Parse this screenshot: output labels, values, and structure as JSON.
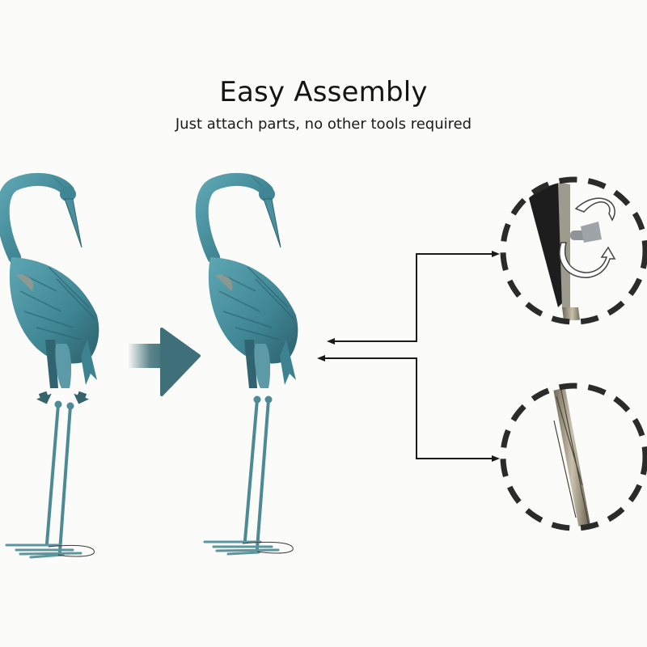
{
  "header": {
    "title": "Easy Assembly",
    "subtitle": "Just attach parts, no other tools required"
  },
  "figures": {
    "before": {
      "label": "crane-disassembled",
      "leg_arrows": 2
    },
    "transition_arrow": {
      "direction": "right",
      "color": "#3f6f78"
    },
    "after": {
      "label": "crane-assembled"
    }
  },
  "details": [
    {
      "name": "wing-nut-fastener",
      "caption_icon": "rotate-arrows-icon"
    },
    {
      "name": "twisted-leg-rod"
    }
  ],
  "colors": {
    "background": "#fbfbf9",
    "crane_teal": "#4a8f9e",
    "crane_dark": "#2f6470",
    "callout_border": "#2b2b2b",
    "connector_line": "#1a1a1a"
  }
}
